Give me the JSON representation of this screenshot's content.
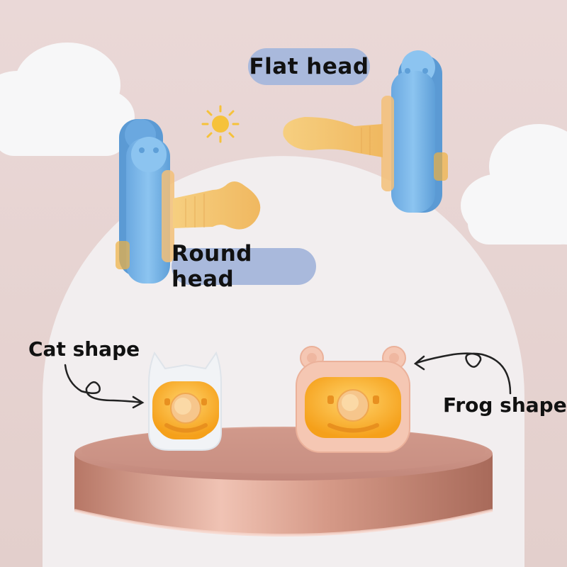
{
  "labels": {
    "flat_head": "Flat head",
    "round_head": "Round head",
    "cat_shape": "Cat shape",
    "frog_shape": "Frog shape"
  },
  "colors": {
    "background": "#e8d4d3",
    "arch": "#f2eeef",
    "pill": "#a9b9dc",
    "handle_blue": "#7eb8ea",
    "nipple_amber": "#f3c46a",
    "shield_orange": "#f7a51c",
    "podium_rose": "#c98a7e",
    "cat_white": "#f1f3f6",
    "frog_pink": "#f5c7b3",
    "sun": "#f6c23a"
  },
  "icons": [
    "sun-icon",
    "cloud-left",
    "cloud-right",
    "arrow-to-cat",
    "arrow-to-frog"
  ]
}
